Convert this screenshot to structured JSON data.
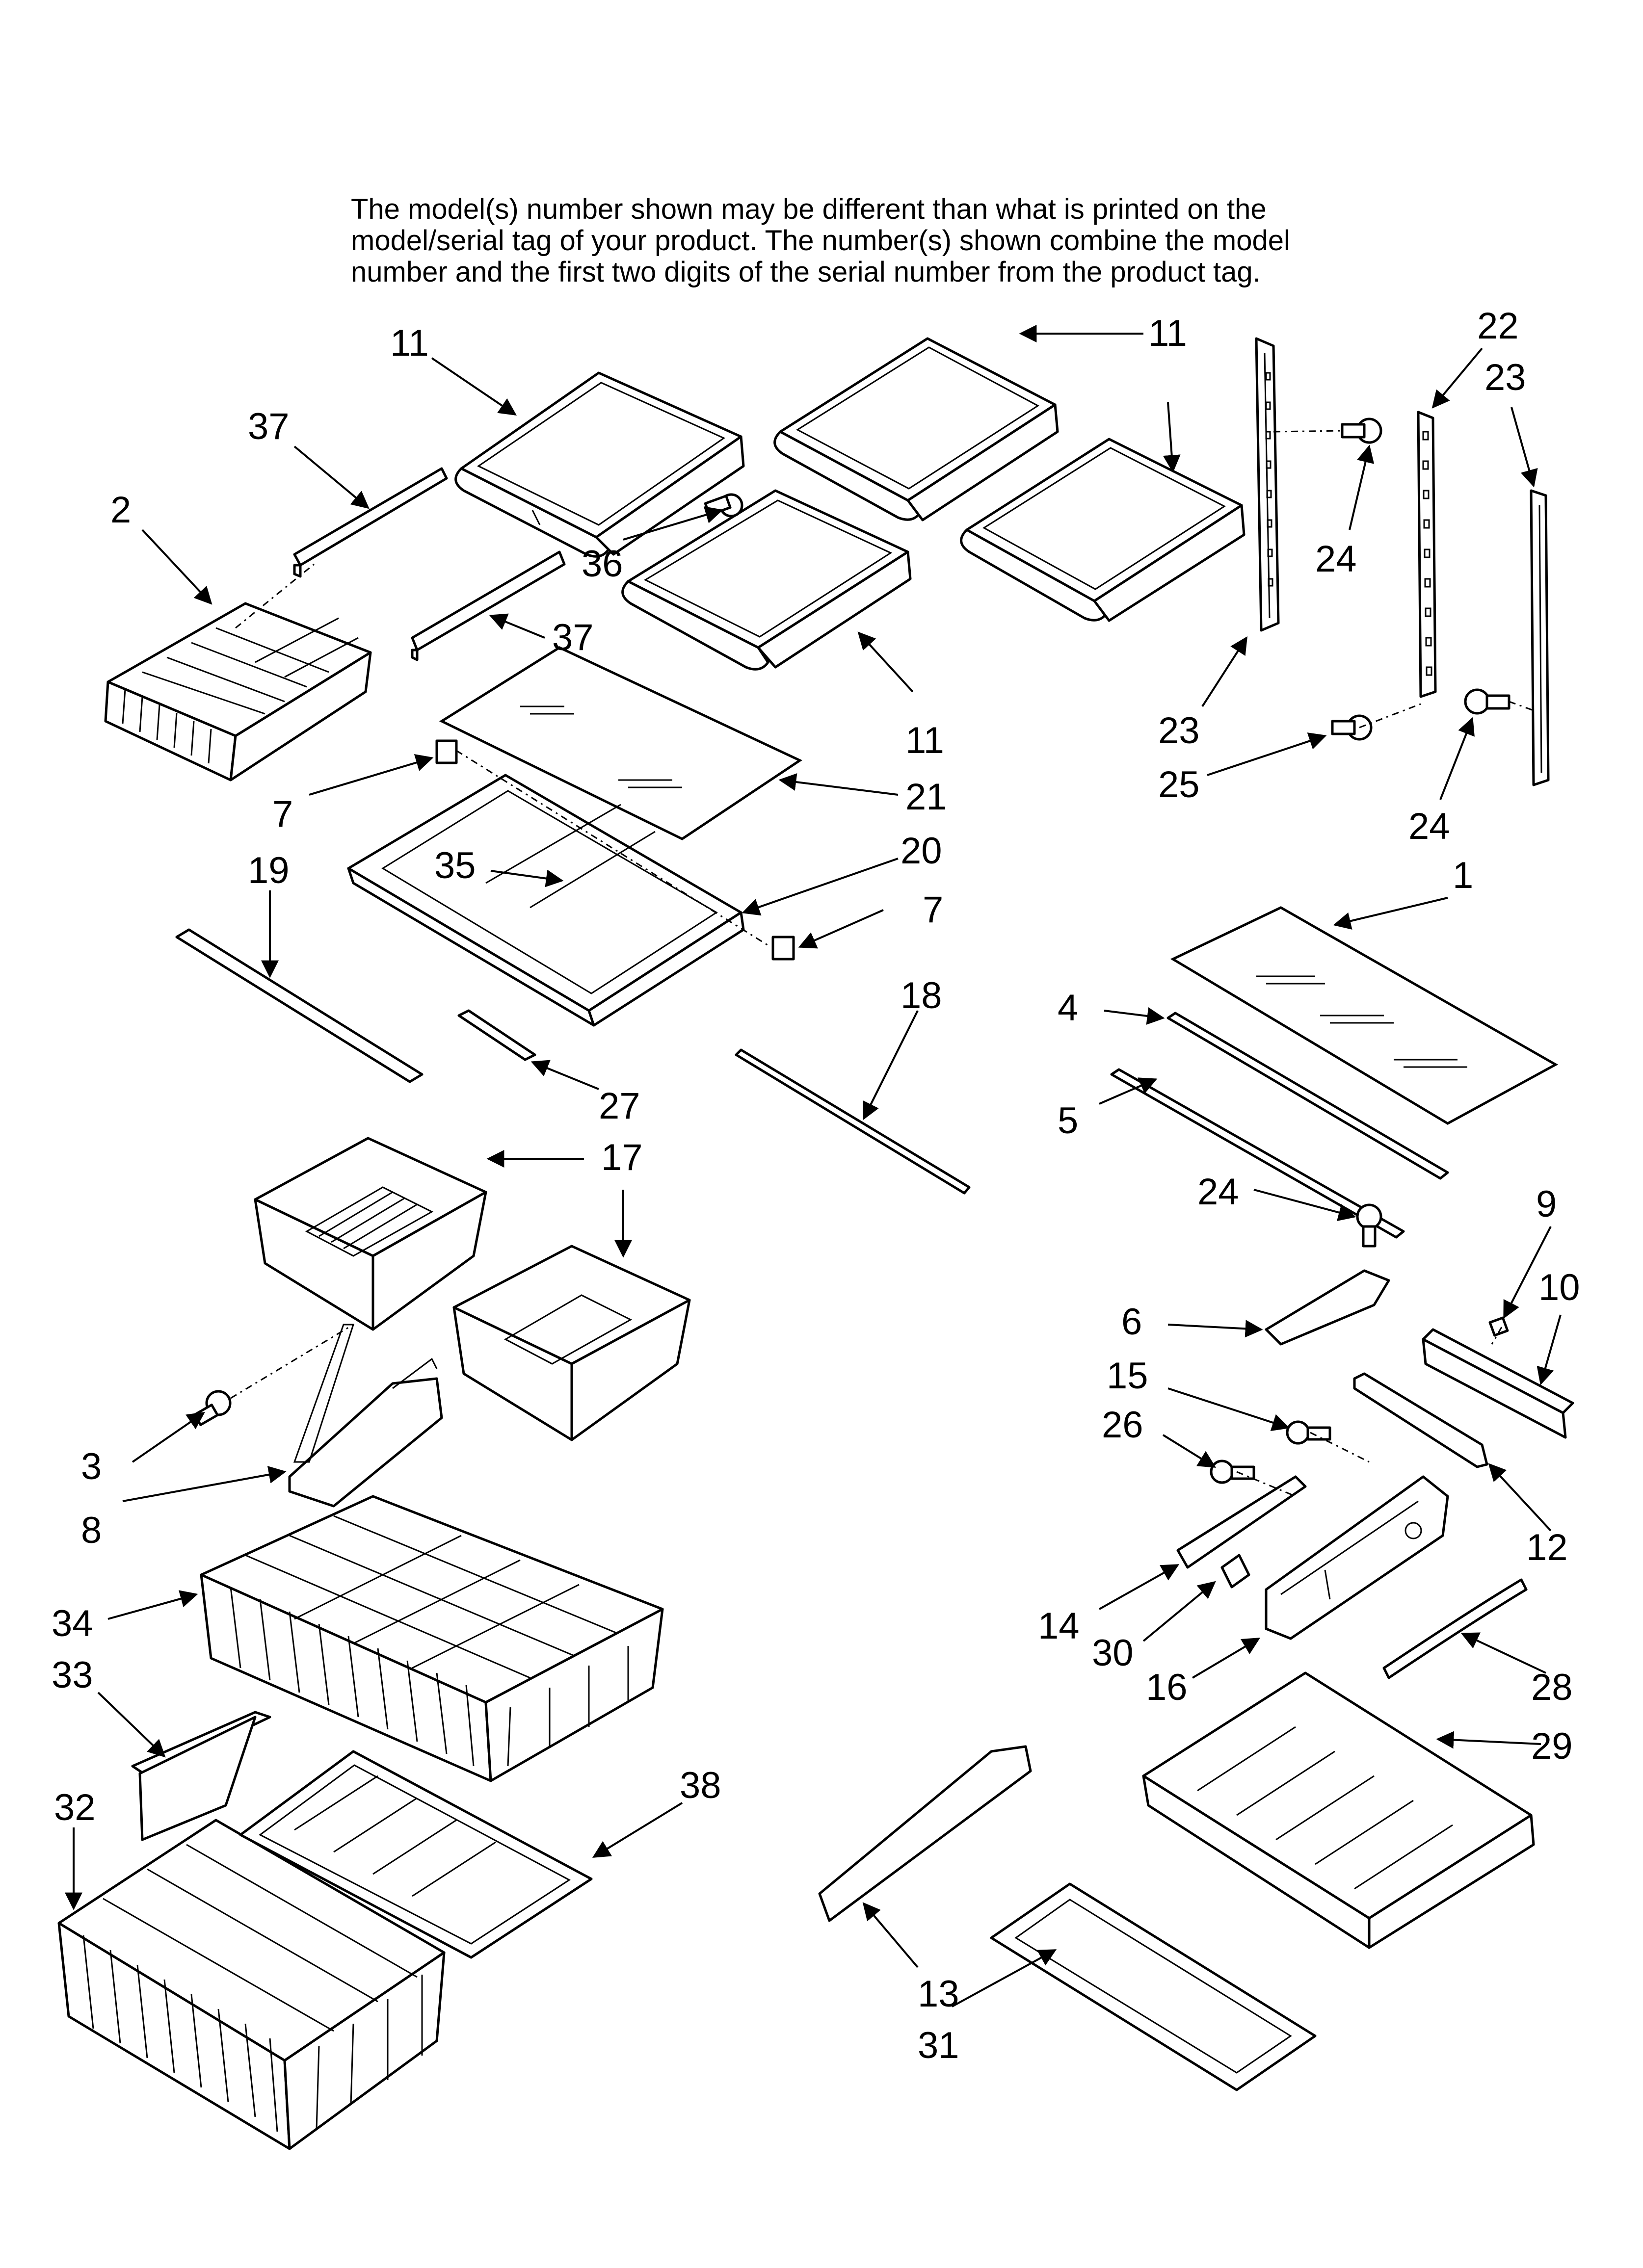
{
  "note_lines": [
    "The model(s) number shown may be different than what is printed on the",
    "model/serial tag of your product. The number(s) shown combine the model",
    "number and the first two digits of the serial number from the product tag."
  ],
  "callouts": {
    "c11a": "11",
    "c11b": "11",
    "c11c": "11",
    "c37a": "37",
    "c37b": "37",
    "c2": "2",
    "c36": "36",
    "c22": "22",
    "c23a": "23",
    "c23b": "23",
    "c24a": "24",
    "c24b": "24",
    "c24c": "24",
    "c25": "25",
    "c7a": "7",
    "c7b": "7",
    "c21": "21",
    "c19": "19",
    "c35": "35",
    "c20": "20",
    "c1": "1",
    "c18": "18",
    "c4": "4",
    "c5": "5",
    "c27": "27",
    "c17": "17",
    "c9": "9",
    "c10": "10",
    "c6": "6",
    "c15": "15",
    "c26": "26",
    "c3": "3",
    "c12": "12",
    "c8": "8",
    "c34": "34",
    "c14": "14",
    "c30": "30",
    "c16": "16",
    "c28": "28",
    "c33": "33",
    "c29": "29",
    "c32": "32",
    "c38": "38",
    "c13": "13",
    "c31": "31"
  }
}
